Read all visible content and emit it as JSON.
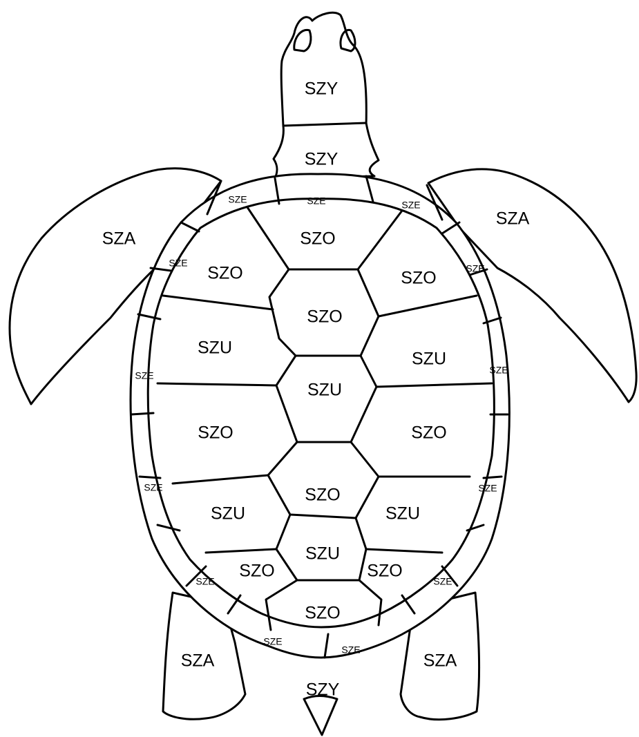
{
  "labels": {
    "head": "SZY",
    "neck": "SZY",
    "tail": "SZY",
    "flipper_front_left": "SZA",
    "flipper_front_right": "SZA",
    "flipper_rear_left": "SZA",
    "flipper_rear_right": "SZA",
    "central": [
      "SZO",
      "SZO",
      "SZU",
      "SZO",
      "SZU",
      "SZO"
    ],
    "lateral_left": [
      "SZO",
      "SZU",
      "SZO",
      "SZU",
      "SZO"
    ],
    "lateral_right": [
      "SZO",
      "SZU",
      "SZO",
      "SZU",
      "SZO"
    ],
    "marginal": [
      "SZE",
      "SZE",
      "SZE",
      "SZE",
      "SZE",
      "SZE",
      "SZE",
      "SZE",
      "SZE",
      "SZE",
      "SZE",
      "SZE",
      "SZE"
    ]
  }
}
